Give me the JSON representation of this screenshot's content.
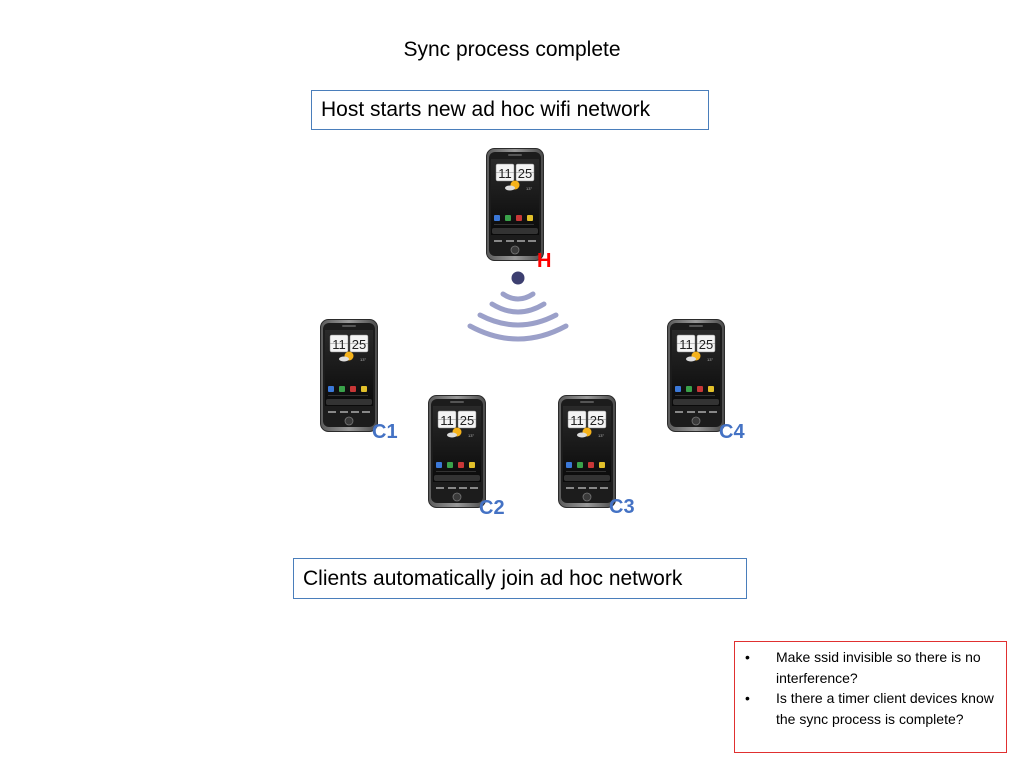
{
  "title": "Sync process complete",
  "host_callout": "Host starts new ad hoc wifi network",
  "client_callout": "Clients automatically join ad hoc network",
  "devices": [
    {
      "label": "H",
      "color": "#ff0000"
    },
    {
      "label": "C1",
      "color": "#4472c4"
    },
    {
      "label": "C2",
      "color": "#4472c4"
    },
    {
      "label": "C3",
      "color": "#4472c4"
    },
    {
      "label": "C4",
      "color": "#4472c4"
    }
  ],
  "phone_clock": {
    "hour": "11",
    "minute": "25"
  },
  "notes": [
    "Make ssid invisible so there is no interference?",
    "Is there a timer client devices know the sync process is complete?"
  ],
  "note_bullet": "•",
  "colors": {
    "callout_border": "#4a7ebb",
    "notes_border": "#e03030",
    "wifi_waves": "#9ba0c9",
    "wifi_dot": "#3d3f70"
  }
}
